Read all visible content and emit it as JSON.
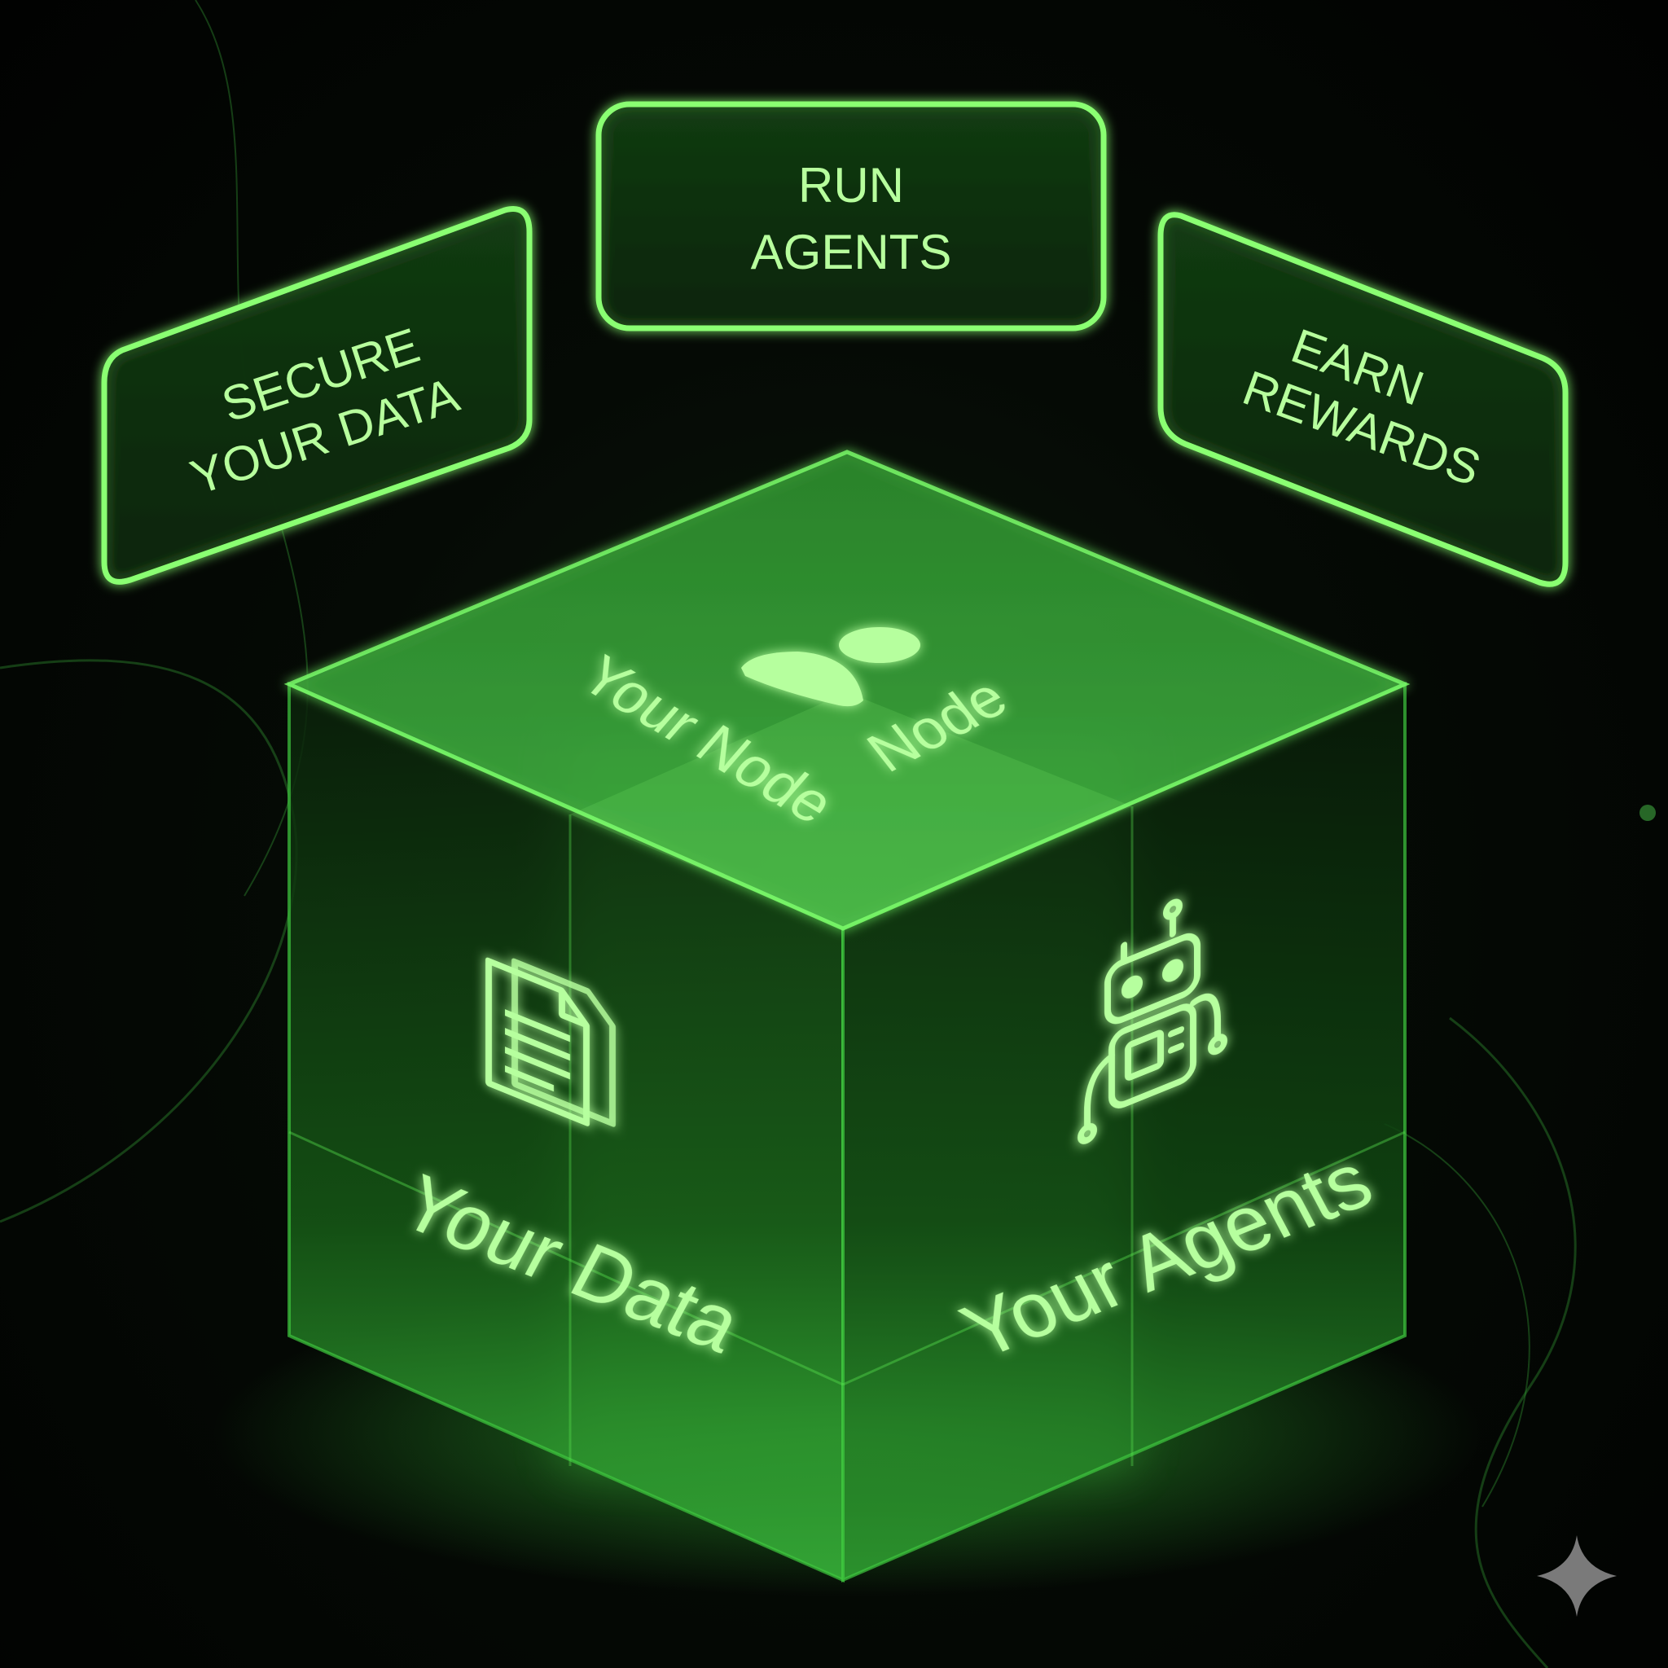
{
  "panels": {
    "left": {
      "line1": "SECURE",
      "line2": "YOUR DATA"
    },
    "center": {
      "line1": "RUN",
      "line2": "AGENTS"
    },
    "right": {
      "line1": "EARN",
      "line2": "REWARDS"
    }
  },
  "cube": {
    "top_label_a": "Your Node",
    "top_label_b": "Node",
    "left_label": "Your Data",
    "right_label": "Your Agents"
  },
  "icons": {
    "top": "node-icon",
    "left": "document-icon",
    "right": "robot-icon",
    "corner": "sparkle-icon"
  },
  "colors": {
    "glow": "#6cff5a",
    "text": "#b6ff9e",
    "background": "#020402"
  }
}
